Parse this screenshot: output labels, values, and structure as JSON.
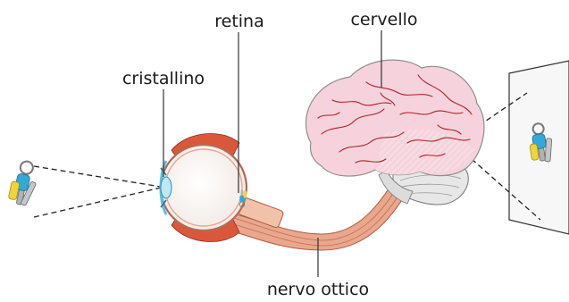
{
  "labels": {
    "retina": "retina",
    "cervello": "cervello",
    "cristallino": "cristallino",
    "nervo_ottico": "nervo ottico"
  },
  "colors": {
    "brain_fill": "#f6d3dc",
    "brain_vessels": "#b01e2e",
    "eye_muscle": "#d9583c",
    "nerve": "#e9a88e",
    "lens_blue": "#58c2e6",
    "cerebellum": "#e7e7e7",
    "key_blue": "#33a9d8",
    "key_metal": "#b0b3b5"
  },
  "icons": {
    "object": "keys-icon",
    "image": "keys-icon"
  }
}
